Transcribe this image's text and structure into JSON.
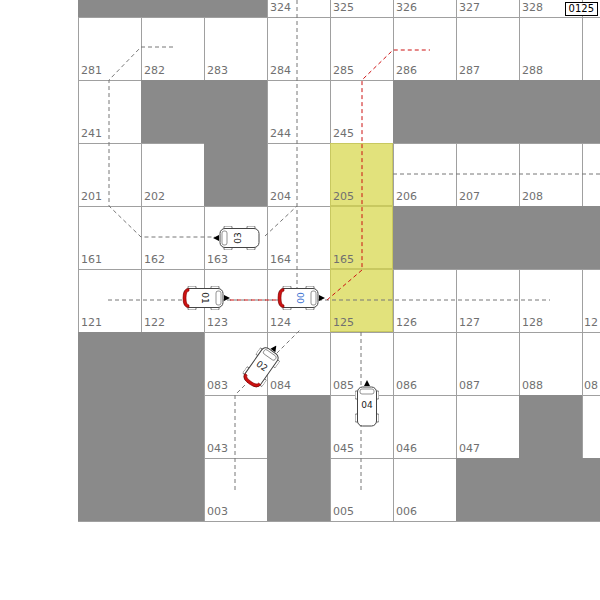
{
  "diagram": {
    "nodes": [
      {
        "text": [
          "00"
        ]
      },
      {
        "text": [
          "01"
        ]
      },
      {
        "text": [
          "02"
        ]
      },
      {
        "text": [
          "03"
        ]
      },
      {
        "text": [
          "04"
        ]
      }
    ],
    "labels": [
      "324",
      "325",
      "326",
      "327",
      "328",
      "0125",
      "281",
      "282",
      "283",
      "284",
      "285",
      "286",
      "287",
      "288",
      "241",
      "244",
      "245",
      "201",
      "202",
      "204",
      "205",
      "206",
      "207",
      "208",
      "161",
      "162",
      "163",
      "164",
      "165",
      "121",
      "122",
      "123",
      "124",
      "125",
      "126",
      "127",
      "128",
      "12",
      "083",
      "084",
      "085",
      "086",
      "087",
      "088",
      "08",
      "043",
      "045",
      "046",
      "047",
      "003",
      "005",
      "006"
    ]
  }
}
